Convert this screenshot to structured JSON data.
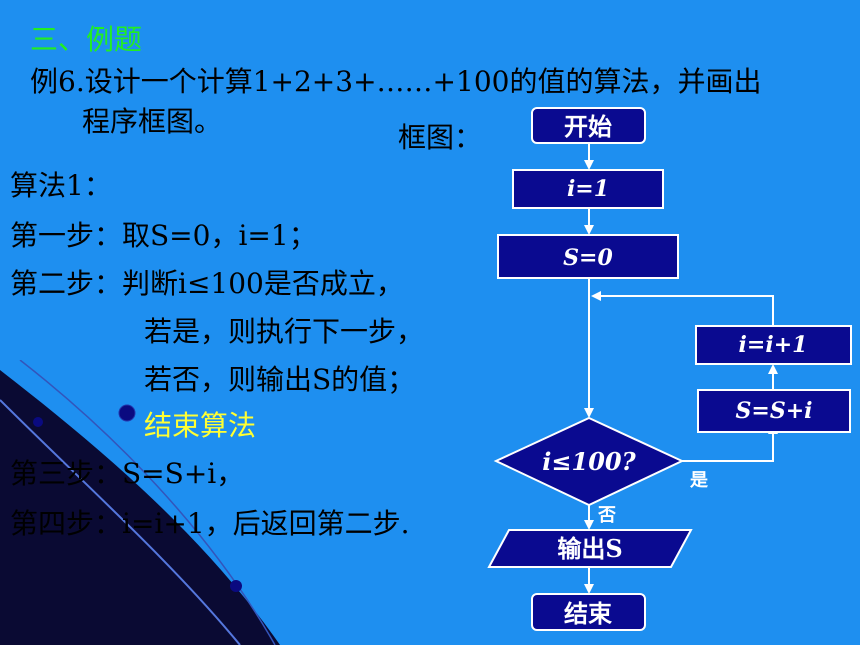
{
  "heading": "三、例题",
  "problem": {
    "line1": "例6.设计一个计算1+2+3+……+100的值的算法，并画出",
    "line2": "程序框图。"
  },
  "framework_label": "框图：",
  "algorithm": {
    "title": "算法1：",
    "step1": "第一步：取S=0，i=1；",
    "step2_a": "第二步：判断i≤100是否成立，",
    "step2_b": "若是，则执行下一步，",
    "step2_c": "若否，则输出S的值；",
    "step2_d": "结束算法",
    "step3": "第三步：S=S+i，",
    "step4": "第四步：i=i+1，后返回第二步."
  },
  "flowchart": {
    "start": "开始",
    "init_i": "i=1",
    "init_s": "S=0",
    "increment": "i=i+1",
    "accumulate": "S=S+i",
    "condition": "i≤100?",
    "yes": "是",
    "no": "否",
    "output": "输出S",
    "end": "结束"
  },
  "colors": {
    "background": "#1E8FF0",
    "box_fill": "#0A0A90",
    "heading": "#22EE22",
    "highlight": "#FFFF33"
  }
}
